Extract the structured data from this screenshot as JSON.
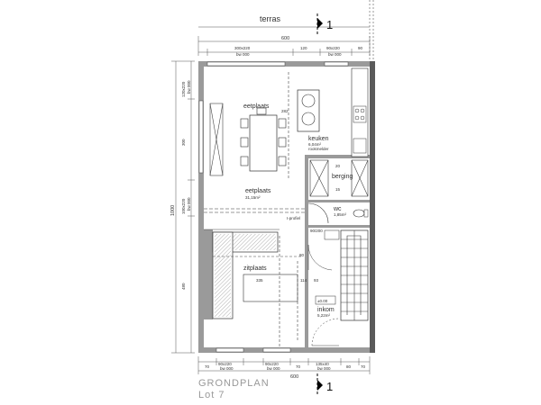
{
  "plan": {
    "terrace_label": "terras",
    "section_mark": "1",
    "title_line1": "GRONDPLAN",
    "title_line2": "Lot 7",
    "top_dims": {
      "overall": "600",
      "win1": "300x220",
      "win1_sub": "bw 000",
      "mid": "120",
      "win2": "90x220",
      "win2_sub": "bw 000",
      "end": "90"
    },
    "left_dims": {
      "overall": "1000",
      "d1": "120x220",
      "d1_sub": "bw 000",
      "d2": "300",
      "d3": "100x220",
      "d3_sub": "bw 000",
      "d4": "480"
    },
    "bottom_dims": {
      "overall": "600",
      "a": "70",
      "b": "90x220",
      "b_sub": "bw 000",
      "c": "90x220",
      "c_sub": "bw 000",
      "d": "70",
      "e": "135x40",
      "e_sub": "bw 000",
      "f": "80",
      "g": "70"
    },
    "rooms": [
      {
        "name": "eetplaats",
        "area": ""
      },
      {
        "name": "eetplaats",
        "area": "31,15m²"
      },
      {
        "name": "zitplaats",
        "area": ""
      },
      {
        "name": "keuken",
        "area": "6,04m²"
      },
      {
        "name": "berging",
        "area": ""
      },
      {
        "name": "wc",
        "area": "1,85m²"
      },
      {
        "name": "inkom",
        "area": "5,22m²"
      }
    ],
    "annotations": {
      "kitchen_note": "rookmelder",
      "level": "±0.00",
      "profile": "I-profiel",
      "d_282": "282",
      "d_335": "335",
      "d_114": "114",
      "d_93": "93",
      "d_90": "90/200",
      "d_80": "80",
      "d_20": "20",
      "d_15": "15"
    }
  }
}
